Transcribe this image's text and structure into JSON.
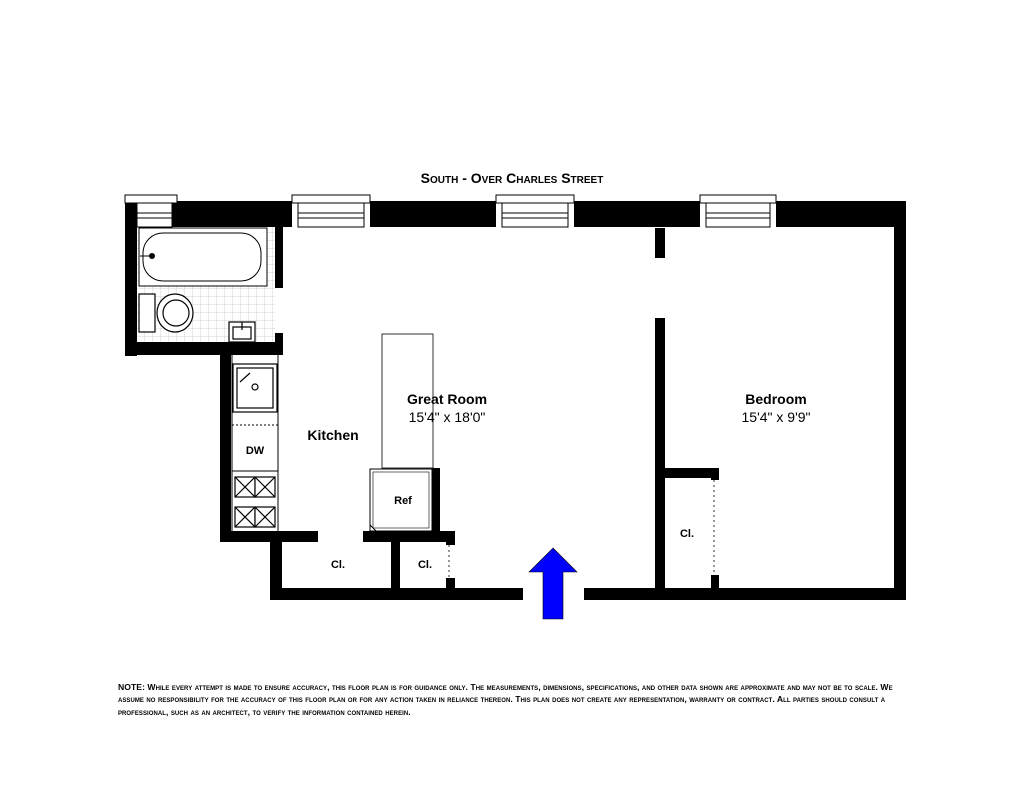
{
  "orientation_label": "South - Over Charles Street",
  "rooms": {
    "great_room": {
      "name": "Great Room",
      "dims": "15'4\"  x  18'0\""
    },
    "bedroom": {
      "name": "Bedroom",
      "dims": "15'4\"  x  9'9\""
    },
    "kitchen": {
      "name": "Kitchen"
    }
  },
  "fixtures": {
    "dishwasher": "DW",
    "refrigerator": "Ref",
    "closet_left": "Cl.",
    "closet_middle": "Cl.",
    "closet_bedroom": "Cl."
  },
  "entry_arrow_color": "#0000ff",
  "disclaimer": "NOTE: While every attempt is made to ensure accuracy, this floor plan is for guidance only. The measurements, dimensions, specifications, and other data shown are approximate and may not be to scale. We assume no responsibility for the accuracy of this floor plan or for any action taken in reliance thereon. This plan does not create any representation, warranty or contract. All parties should consult a professional, such as an architect, to verify the information contained herein."
}
